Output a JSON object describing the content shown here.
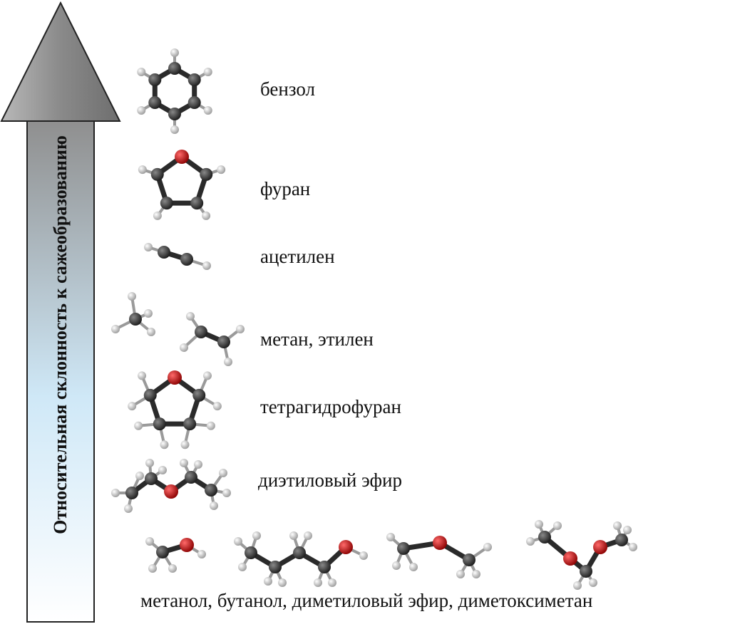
{
  "axis_label": "Относительная склонность к сажеобразованию",
  "molecules": {
    "benzene": "бензол",
    "furan": "фуран",
    "acetylene": "ацетилен",
    "methane_ethylene": "метан, этилен",
    "thf": "тетрагидрофуран",
    "diethyl_ether": "диэтиловый эфир",
    "bottom_row": "метанол,  бутанол,  диметиловый эфир, диметоксиметан"
  },
  "colors": {
    "carbon": "#333333",
    "oxygen": "#d01010",
    "hydrogen": "#f2f2f2",
    "arrow_top": "#8a8a8a",
    "arrow_bottom": "#dff0fb"
  }
}
